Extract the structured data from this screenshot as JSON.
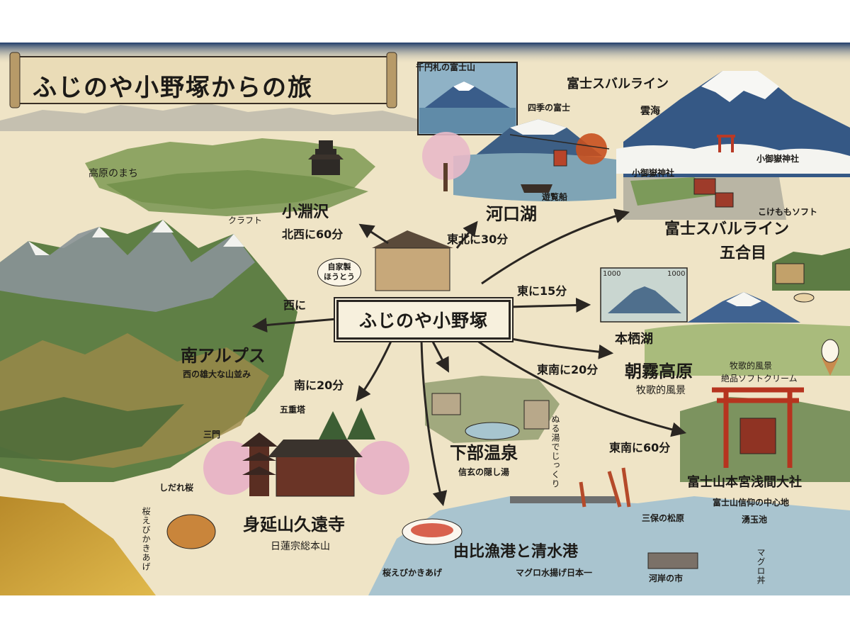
{
  "title": "ふじのや小野塚からの旅",
  "center": {
    "name": "ふじのや小野塚",
    "bubble_line1": "自家製",
    "bubble_line2": "ほうとう"
  },
  "routes": {
    "kobuchizawa": "北西に60分",
    "kawaguchiko": "東北に30分",
    "motosuko": "東に15分",
    "west": "西に",
    "minobu": "南に20分",
    "asagiri": "東南に20分",
    "sengen": "東南に60分"
  },
  "places": {
    "kobuchizawa": "小淵沢",
    "kogen_town": "高原のまち",
    "craft": "クラフト",
    "kawaguchiko": "河口湖",
    "senyen_fuji": "千円札の富士山",
    "shiki_fuji": "四季の富士",
    "yurankan": "遊覧船",
    "subaru_top": "富士スバルライン",
    "unkai": "雲海",
    "komitake1": "小御嶽神社",
    "komitake2": "小御嶽神社",
    "kokemomo": "こけももソフト",
    "subaru_5th_1": "富士スバルライン",
    "subaru_5th_2": "五合目",
    "motosuko": "本栖湖",
    "bill_left": "1000",
    "bill_right": "1000",
    "asagiri": "朝霧高原",
    "asagiri_sub": "牧歌的風景",
    "asagiri_note1": "牧歌的風景",
    "asagiri_note2": "絶品ソフトクリーム",
    "minami_alps": "南アルプス",
    "minami_alps_sub": "西の雄大な山並み",
    "gojunoto": "五重塔",
    "sanmon": "三門",
    "shidare": "しだれ桜",
    "kuonji": "身延山久遠寺",
    "kuonji_sub": "日蓮宗総本山",
    "sakura_ebi_vert": "桜えびかきあげ",
    "shimobe": "下部温泉",
    "shimobe_sub": "信玄の隠し湯",
    "nuruyu": "ぬる湯でじっくり",
    "yui": "由比漁港と清水港",
    "sakura_ebi": "桜えびかきあげ",
    "maguro_mizuage": "マグロ水揚げ日本一",
    "miho": "三保の松原",
    "kagan": "河岸の市",
    "sengen": "富士山本宮浅間大社",
    "sengen_sub": "富士山信仰の中心地",
    "wakutama": "湧玉池",
    "maguro_don": "マグロ丼"
  },
  "colors": {
    "paper": "#efe4c6",
    "ink": "#2a2622",
    "sky": "#2b4e7e",
    "sea": "#a9c4cf",
    "arrow": "#2a2622"
  }
}
